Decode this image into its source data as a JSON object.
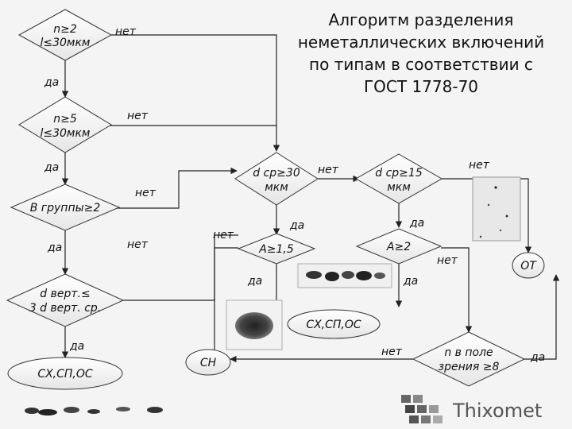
{
  "title": {
    "line1": "Алгоритм разделения",
    "line2": "неметаллических включений",
    "line3": "по типам в соответствии с",
    "line4": "ГОСТ 1778-70"
  },
  "nodes": {
    "d1": {
      "line1": "n≥2",
      "line2": "l≤30мкм"
    },
    "d2": {
      "line1": "n≥5",
      "line2": "l≤30мкм"
    },
    "d3": {
      "line1": "B группы≥2"
    },
    "d4": {
      "line1": "d верт.≤",
      "line2": "3 d верт. ср."
    },
    "d5": {
      "line1": "d ср≥30",
      "line2": "мкм"
    },
    "d6": {
      "line1": "d ср≥15",
      "line2": "мкм"
    },
    "d7": {
      "line1": "A≥1,5"
    },
    "d8": {
      "line1": "A≥2"
    },
    "d9": {
      "line1": "n в поле",
      "line2": "зрения ≥8"
    },
    "r_left": {
      "text": "СХ,СП,ОС"
    },
    "r_mid": {
      "text": "СХ,СП,ОС"
    },
    "r_cn": {
      "text": "СН"
    },
    "r_ot": {
      "text": "ОТ"
    }
  },
  "edges": {
    "d1_no": "нет",
    "d1_yes": "да",
    "d2_no": "нет",
    "d2_yes": "да",
    "d3_no": "нет",
    "d3_yes": "да",
    "d3_no2": "нет",
    "d4_yes": "да",
    "d5_no": "нет",
    "d5_yes": "да",
    "d6_no": "нет",
    "d6_yes": "да",
    "d7_no": "нет",
    "d7_yes": "да",
    "d8_yes": "да",
    "d8_no": "нет",
    "d9_no": "нет",
    "d9_yes": "да"
  },
  "brand": {
    "name": "Thixomet"
  }
}
